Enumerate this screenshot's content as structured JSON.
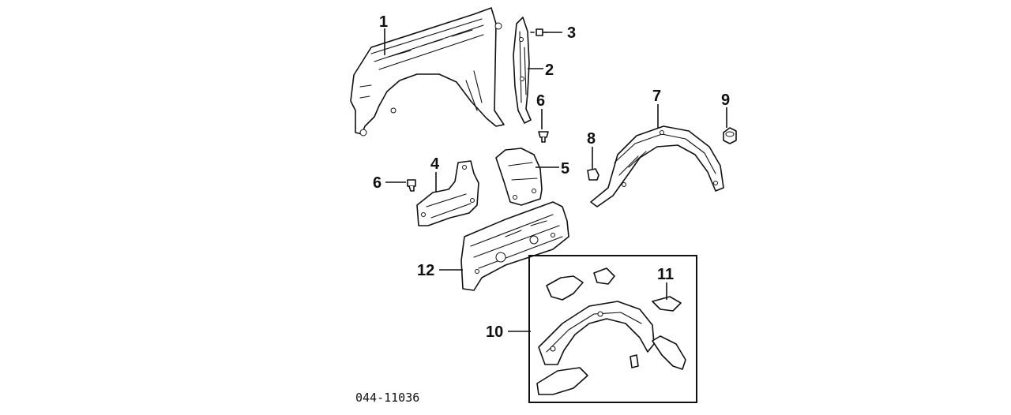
{
  "diagram": {
    "callouts": [
      "1",
      "2",
      "3",
      "6",
      "7",
      "9",
      "8",
      "4",
      "5",
      "6",
      "12",
      "11",
      "10"
    ],
    "reference_code": "044-11036"
  },
  "colors": {
    "line": "#111111",
    "background": "#ffffff"
  }
}
